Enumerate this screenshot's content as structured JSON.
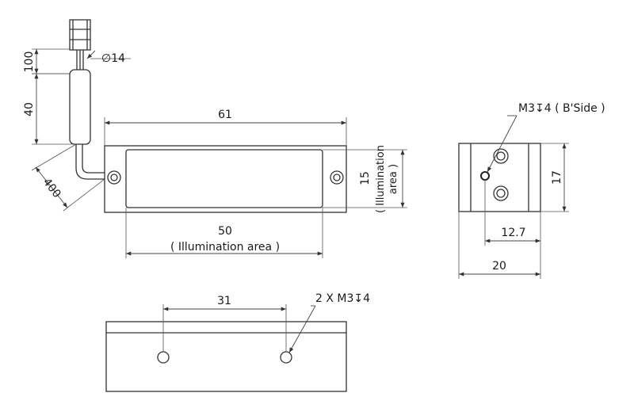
{
  "dimensions": {
    "cable_length": "100",
    "cable_diameter": "∅14",
    "sleeve_length": "40",
    "wire_length": "400",
    "overall_length": "61",
    "illum_width": "50",
    "illum_width_note": "( Illumination area )",
    "illum_height": "15",
    "illum_height_note": "( Illumination",
    "illum_height_note2": "area )",
    "side_height": "17",
    "side_hole_offset": "12.7",
    "side_width": "20",
    "side_thread": "M3↧4 ( B'Side )",
    "bottom_hole_spacing": "31",
    "bottom_thread": "2 X M3↧4"
  },
  "colors": {
    "line": "#333333",
    "background": "#ffffff"
  }
}
